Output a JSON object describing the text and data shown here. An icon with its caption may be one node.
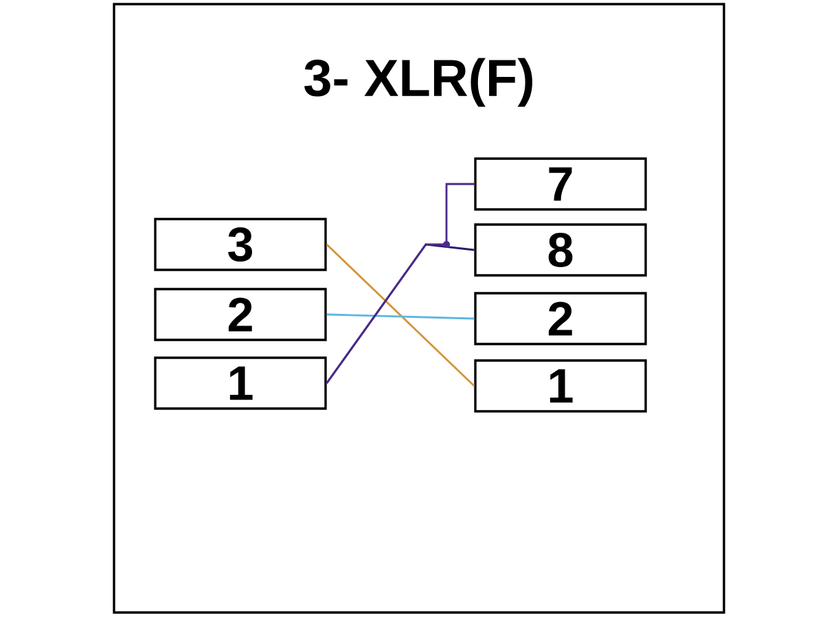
{
  "diagram": {
    "title": "3- XLR(F)",
    "nodes": [
      {
        "text": [
          "3"
        ]
      },
      {
        "text": [
          "2"
        ]
      },
      {
        "text": [
          "1"
        ]
      },
      {
        "text": [
          "7"
        ]
      },
      {
        "text": [
          "8"
        ]
      },
      {
        "text": [
          "2"
        ]
      },
      {
        "text": [
          "1"
        ]
      }
    ],
    "edges": [
      {
        "from": 0,
        "to": 6,
        "arrow": "none",
        "color": "#d4943a"
      },
      {
        "from": 1,
        "to": 5,
        "arrow": "none",
        "color": "#5fb6e0"
      },
      {
        "from": 2,
        "to": 4,
        "arrow": "none",
        "color": "#2a1a6e"
      },
      {
        "from": 2,
        "to": 3,
        "arrow": "none",
        "color": "#4b2a8a"
      }
    ]
  }
}
